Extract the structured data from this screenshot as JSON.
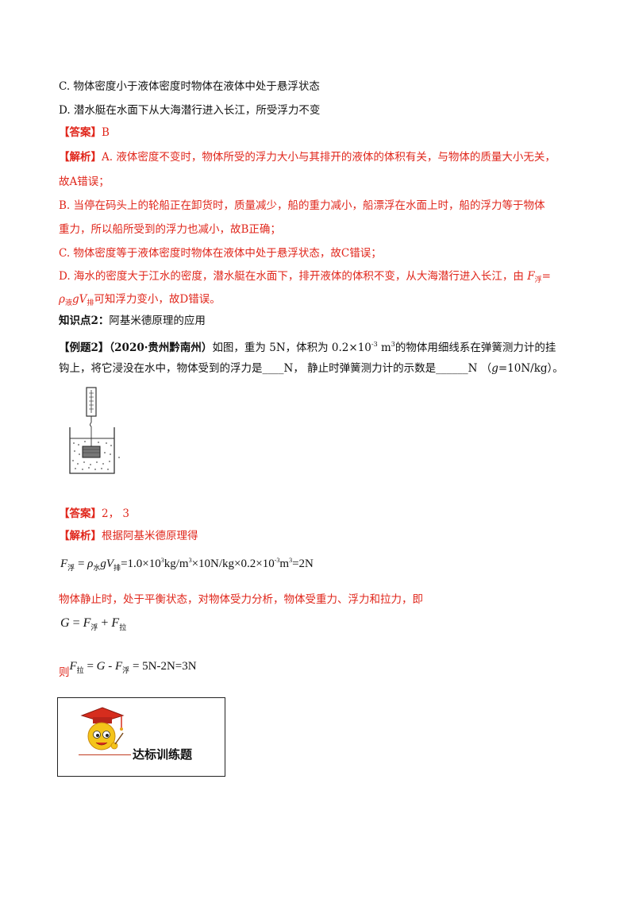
{
  "options": {
    "c": "C.  物体密度小于液体密度时物体在液体中处于悬浮状态",
    "d": "D.  潜水艇在水面下从大海潜行进入长江，所受浮力不变"
  },
  "answer1": {
    "label": "【答案】",
    "value": "B"
  },
  "analysis1": {
    "label": "【解析】",
    "a_line1": "A. 液体密度不变时，物体所受的浮力大小与其排开的液体的体积有关，与物体的质量大小无关，",
    "a_line2": "故A错误；",
    "b_line1": "B. 当停在码头上的轮船正在卸货时，质量减少，船的重力减小，船漂浮在水面上时，船的浮力等于物体",
    "b_line2": "重力，所以船所受到的浮力也减小，故B正确；",
    "c_line": "C. 物体密度等于液体密度时物体在液体中处于悬浮状态，故C错误；",
    "d_line1": "D. 海水的密度大于江水的密度，潜水艇在水面下，排开液体的体积不变，从大海潜行进入长江，由",
    "d_formula_f": "F",
    "d_formula_fsub": "浮",
    "d_formula_eq": "=",
    "d_line2_rho": "ρ",
    "d_line2_rhosub": "液",
    "d_line2_gv": "gV",
    "d_line2_vsub": "排",
    "d_line2_rest": "可知浮力变小，故D错误。"
  },
  "knowledge": {
    "label": "知识点2：",
    "title": "阿基米德原理的应用"
  },
  "example2": {
    "label": "【例题2】",
    "source": "（2020·贵州黔南州）",
    "text1a": "如图，重为 5N，体积为 0.2×10",
    "exp": "-3",
    "text1b": " m",
    "exp2": "3",
    "text1c": "的物体用细线系在弹簧测力计的挂",
    "text2a": "钩上，将它浸没在水中，物体受到的浮力是",
    "blank1": "____",
    "text2b": "N，  静止时弹簧测力计的示数是",
    "blank2": "______",
    "text2c": "N  （",
    "g": "g",
    "text2d": "=10N/kg）。"
  },
  "answer2": {
    "label": "【答案】",
    "value": "2，  3"
  },
  "analysis2": {
    "label": "【解析】",
    "intro": "根据阿基米德原理得",
    "eq1_F": "F",
    "eq1_Fsub": "浮",
    "eq1_mid": " = ",
    "eq1_rho": "ρ",
    "eq1_rhosub": "水",
    "eq1_gV": "gV",
    "eq1_Vsub": "排",
    "eq1_rhs": "=1.0×10",
    "eq1_e3": "3",
    "eq1_unit1": "kg/m",
    "eq1_e3b": "3",
    "eq1_rest": "×10N/kg×0.2×10",
    "eq1_em3": "-3",
    "eq1_m": "m",
    "eq1_m3": "3",
    "eq1_end": "=2N",
    "statement": "物体静止时，处于平衡状态，对物体受力分析，物体受重力、浮力和拉力，即",
    "eq2_G": "G",
    "eq2_eq": " = ",
    "eq2_F1": "F",
    "eq2_F1sub": "浮",
    "eq2_plus": " + ",
    "eq2_F2": "F",
    "eq2_F2sub": "拉",
    "then": "则",
    "eq3_F": "F",
    "eq3_Fsub": "拉",
    "eq3_mid": " = ",
    "eq3_G": "G",
    "eq3_minus": " - ",
    "eq3_F2": "F",
    "eq3_F2sub": "浮",
    "eq3_end": " = 5N-2N=3N"
  },
  "banner": {
    "title": "达标训练题"
  }
}
